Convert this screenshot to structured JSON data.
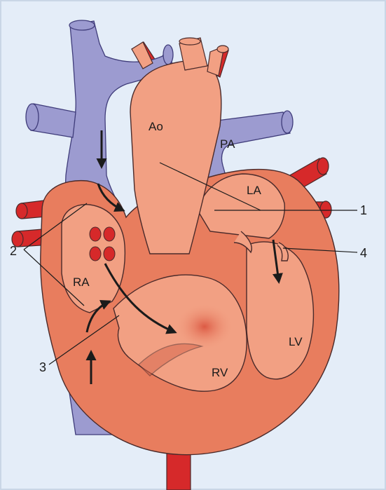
{
  "labels": {
    "ao": "Ao",
    "pa": "PA",
    "la": "LA",
    "ra": "RA",
    "lv": "LV",
    "rv": "RV"
  },
  "callouts": {
    "one": "1",
    "two": "2",
    "three": "3",
    "four": "4"
  },
  "colors": {
    "background": "#e4edf8",
    "venous": "#9c9bd0",
    "heart": "#e87d5e",
    "heart_light": "#f2a083",
    "heart_dark": "#d5634a",
    "artery": "#d6292a",
    "outline": "#4a2a2a"
  }
}
